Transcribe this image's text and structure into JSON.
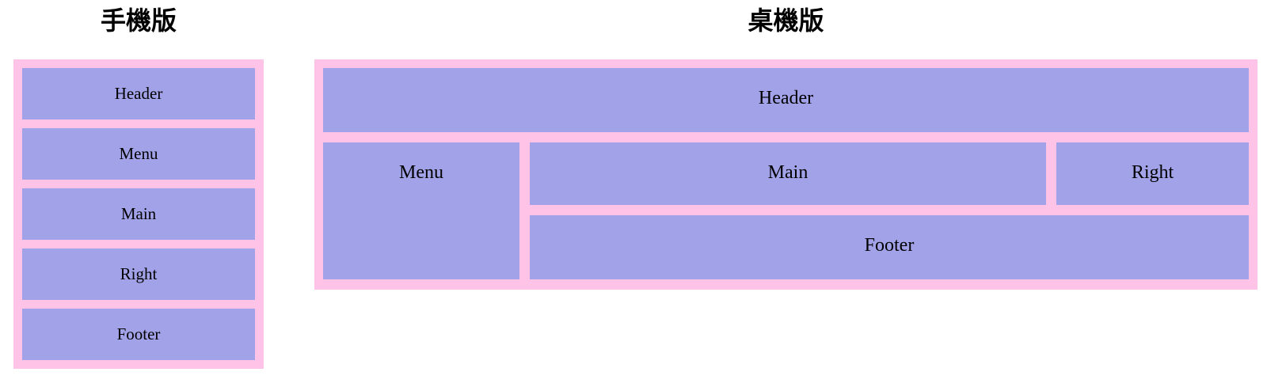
{
  "colors": {
    "container_pink": "#ffc3e8",
    "item_purple": "#a2a2e8",
    "label_text": "#000000"
  },
  "mobile": {
    "title": "手機版",
    "items": [
      "Header",
      "Menu",
      "Main",
      "Right",
      "Footer"
    ]
  },
  "desktop": {
    "title": "桌機版",
    "items": [
      "Header",
      "Menu",
      "Main",
      "Right",
      "Footer"
    ]
  }
}
